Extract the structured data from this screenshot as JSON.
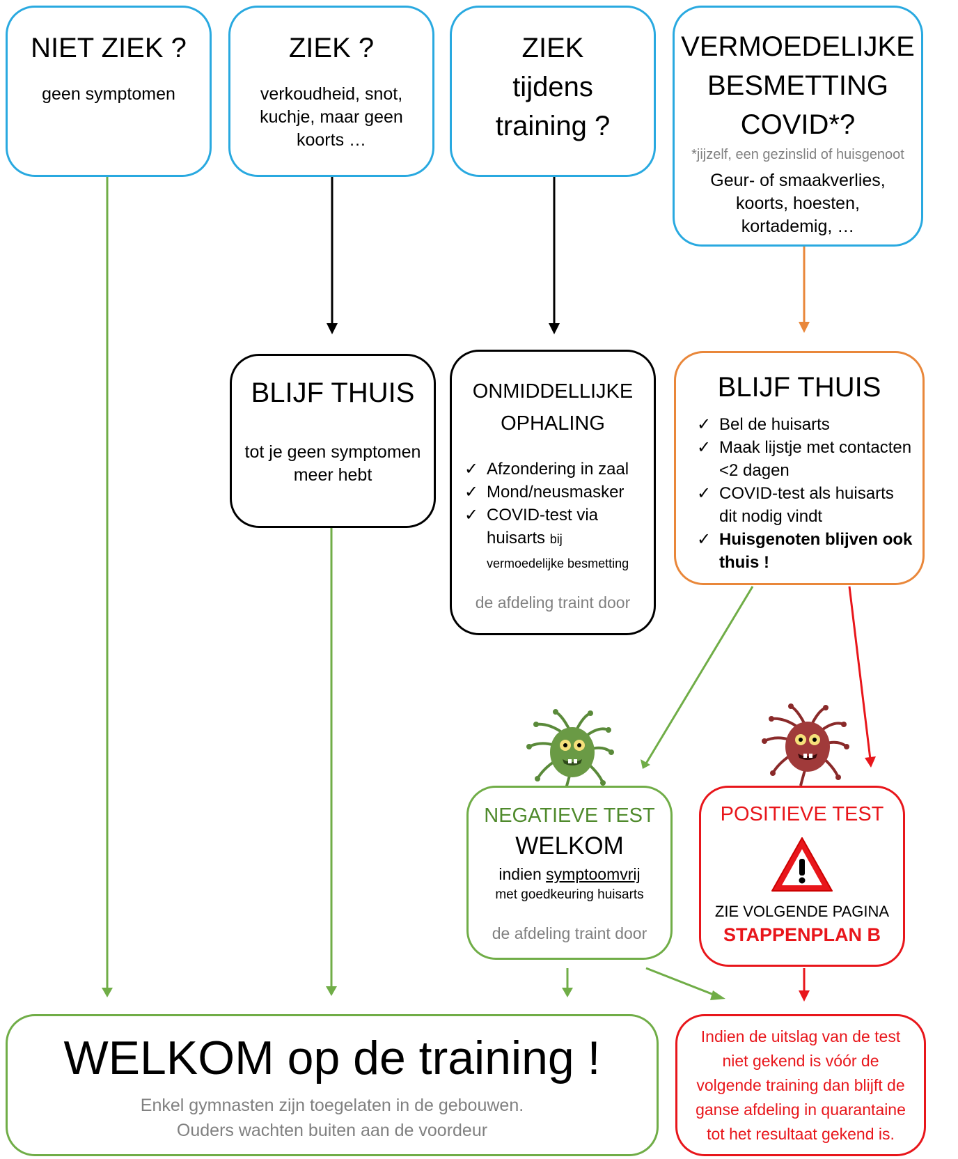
{
  "colors": {
    "blue": "#29a9e0",
    "green": "#70ad47",
    "orange": "#e9873a",
    "red": "#e8161b",
    "gray": "#808080"
  },
  "top_boxes": {
    "niet_ziek": {
      "title": "NIET ZIEK ?",
      "desc": "geen symptomen"
    },
    "ziek": {
      "title": "ZIEK ?",
      "desc": "verkoudheid, snot, kuchje, maar geen koorts …"
    },
    "ziek_training": {
      "title_line1": "ZIEK",
      "title_line2": "tijdens",
      "title_line3": "training ?"
    },
    "covid": {
      "title_line1": "VERMOEDELIJKE",
      "title_line2": "BESMETTING",
      "title_line3": "COVID*?",
      "footnote": "*jijzelf, een gezinslid of huisgenoot",
      "desc_line1": "Geur- of smaakverlies,",
      "desc_line2": "koorts, hoesten,",
      "desc_line3": "kortademig, …"
    }
  },
  "mid_boxes": {
    "blijf_thuis_1": {
      "title": "BLIJF THUIS",
      "desc_line1": "tot je geen symptomen",
      "desc_line2": "meer hebt"
    },
    "ophaling": {
      "title_line1": "ONMIDDELLIJKE",
      "title_line2": "OPHALING",
      "items": [
        "Afzondering in zaal",
        "Mond/neusmasker",
        "COVID-test via"
      ],
      "item3_cont": "huisarts",
      "item3_small_1": "bij",
      "item3_small_2": "vermoedelijke besmetting",
      "footer": "de afdeling traint door"
    },
    "blijf_thuis_2": {
      "title": "BLIJF THUIS",
      "items": [
        "Bel de huisarts",
        "Maak lijstje met contacten <2 dagen",
        "COVID-test als huisarts dit nodig vindt"
      ],
      "bold_item": "Huisgenoten blijven ook thuis !"
    }
  },
  "test_boxes": {
    "negatief": {
      "title": "NEGATIEVE TEST",
      "welkom": "WELKOM",
      "cond_pre": "indien ",
      "cond_u": "symptoomvrij",
      "approval": "met goedkeuring huisarts",
      "footer": "de afdeling traint door"
    },
    "positief": {
      "title": "POSITIEVE TEST",
      "next": "ZIE VOLGENDE PAGINA",
      "plan": "STAPPENPLAN B"
    }
  },
  "welcome": {
    "title": "WELKOM op de training !",
    "line1": "Enkel gymnasten zijn toegelaten in de gebouwen.",
    "line2": "Ouders wachten buiten aan de voordeur"
  },
  "quarantine": {
    "line1": "Indien de uitslag van de test",
    "line2": "niet gekend is vóór de",
    "line3": "volgende training dan blijft de",
    "line4": "ganse afdeling in quarantaine",
    "line5": "tot het resultaat gekend is."
  },
  "check_mark": "✓",
  "icons": {
    "green_virus": "green-virus-icon",
    "red_virus": "red-virus-icon",
    "warning": "warning-triangle-icon"
  }
}
